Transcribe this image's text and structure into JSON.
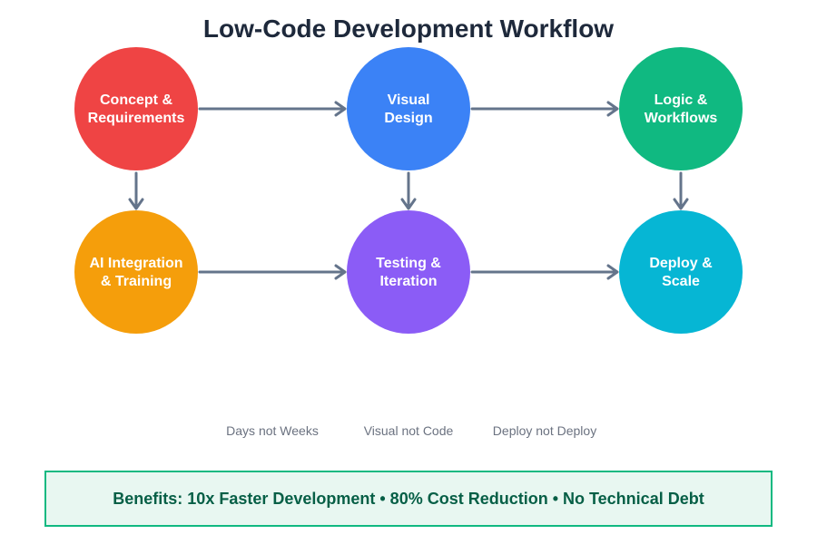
{
  "title": "Low-Code Development Workflow",
  "nodes": [
    {
      "line1": "Concept &",
      "line2": "Requirements",
      "color": "#ef4444"
    },
    {
      "line1": "Visual",
      "line2": "Design",
      "color": "#3b82f6"
    },
    {
      "line1": "Logic &",
      "line2": "Workflows",
      "color": "#10b981"
    },
    {
      "line1": "AI Integration",
      "line2": "& Training",
      "color": "#f59e0b"
    },
    {
      "line1": "Testing &",
      "line2": "Iteration",
      "color": "#8b5cf6"
    },
    {
      "line1": "Deploy &",
      "line2": "Scale",
      "color": "#06b6d4"
    }
  ],
  "notes": [
    "Days not Weeks",
    "Visual not Code",
    "Deploy not Deploy"
  ],
  "benefits": "Benefits: 10x Faster Development • 80% Cost Reduction • No Technical Debt"
}
